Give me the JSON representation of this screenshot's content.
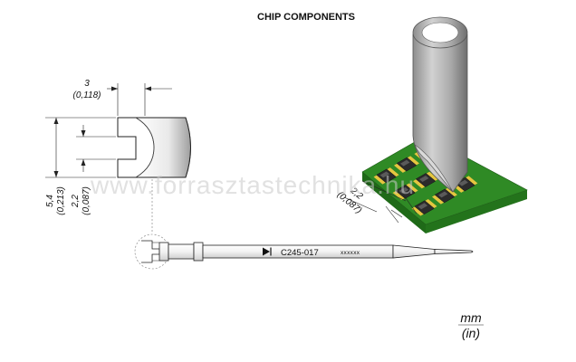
{
  "title": "CHIP COMPONENTS",
  "dimensions": {
    "width_mm": "3",
    "width_in": "(0,118)",
    "height_mm": "5,4",
    "height_in": "(0,213)",
    "slot_mm": "2,2",
    "slot_in": "(0,087)",
    "chip_mm": "2,2",
    "chip_in": "(0,087)"
  },
  "tip": {
    "part_number": "C245-017",
    "code": "xxxxxx"
  },
  "units": {
    "primary": "mm",
    "secondary": "(in)"
  },
  "watermark": "www.forrasztastechnika.hu",
  "colors": {
    "pcb": "#2f8a25",
    "pad": "#e5c640",
    "chip": "#2b2b2b",
    "tip_metal": "#9a9a9a"
  }
}
